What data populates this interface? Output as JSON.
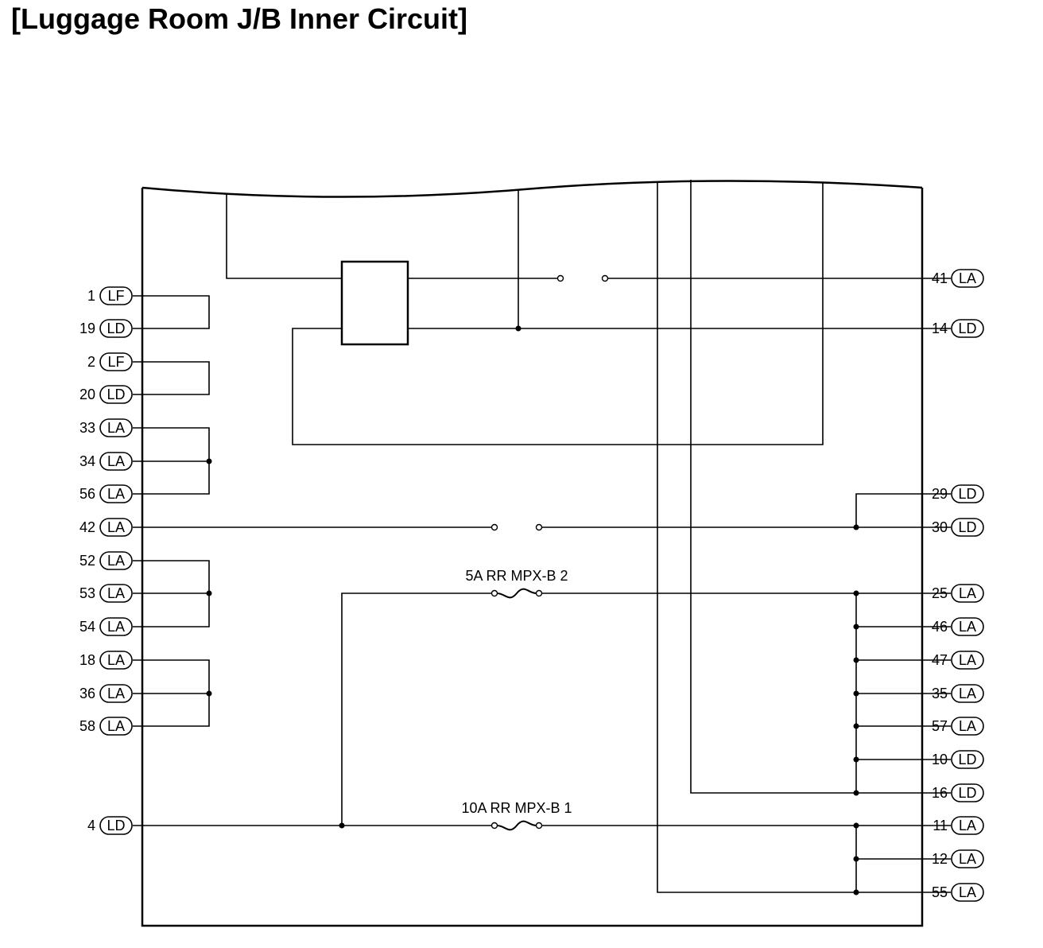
{
  "title": "[Luggage Room J/B Inner Circuit]",
  "left_pins": [
    {
      "num": "1",
      "conn": "LF"
    },
    {
      "num": "19",
      "conn": "LD"
    },
    {
      "num": "2",
      "conn": "LF"
    },
    {
      "num": "20",
      "conn": "LD"
    },
    {
      "num": "33",
      "conn": "LA"
    },
    {
      "num": "34",
      "conn": "LA"
    },
    {
      "num": "56",
      "conn": "LA"
    },
    {
      "num": "42",
      "conn": "LA"
    },
    {
      "num": "52",
      "conn": "LA"
    },
    {
      "num": "53",
      "conn": "LA"
    },
    {
      "num": "54",
      "conn": "LA"
    },
    {
      "num": "18",
      "conn": "LA"
    },
    {
      "num": "36",
      "conn": "LA"
    },
    {
      "num": "58",
      "conn": "LA"
    },
    {
      "num": "4",
      "conn": "LD"
    }
  ],
  "right_pins": [
    {
      "num": "41",
      "conn": "LA"
    },
    {
      "num": "14",
      "conn": "LD"
    },
    {
      "num": "29",
      "conn": "LD"
    },
    {
      "num": "30",
      "conn": "LD"
    },
    {
      "num": "25",
      "conn": "LA"
    },
    {
      "num": "46",
      "conn": "LA"
    },
    {
      "num": "47",
      "conn": "LA"
    },
    {
      "num": "35",
      "conn": "LA"
    },
    {
      "num": "57",
      "conn": "LA"
    },
    {
      "num": "10",
      "conn": "LD"
    },
    {
      "num": "16",
      "conn": "LD"
    },
    {
      "num": "11",
      "conn": "LA"
    },
    {
      "num": "12",
      "conn": "LA"
    },
    {
      "num": "55",
      "conn": "LA"
    }
  ],
  "fuses": [
    {
      "label": "5A RR MPX-B 2"
    },
    {
      "label": "10A RR MPX-B 1"
    }
  ]
}
